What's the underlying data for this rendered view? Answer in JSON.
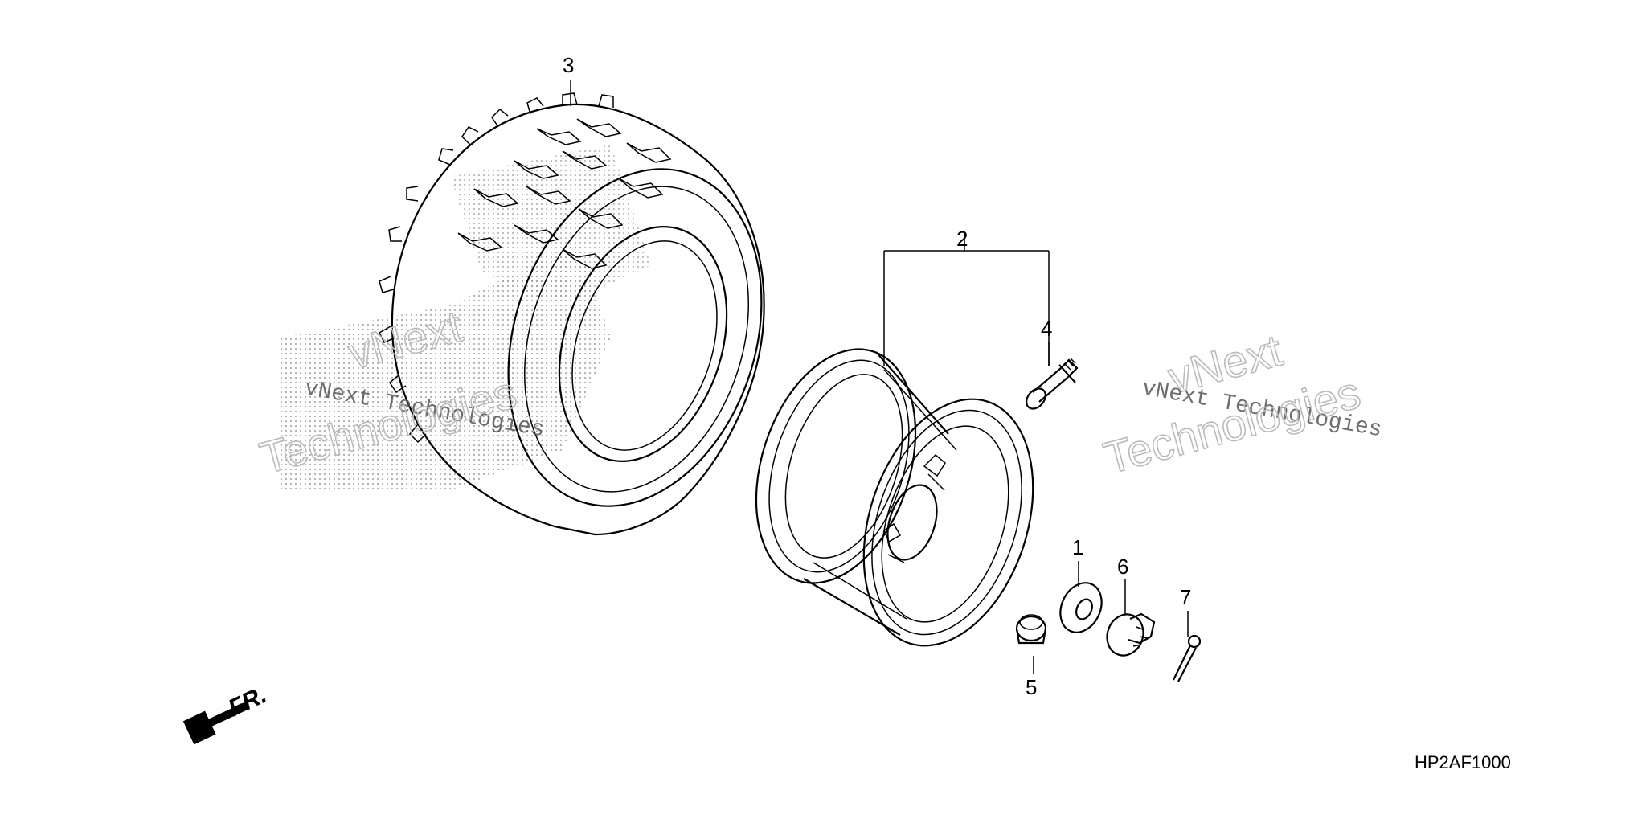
{
  "diagram": {
    "callouts": [
      {
        "id": "c1",
        "label": "1"
      },
      {
        "id": "c2",
        "label": "2"
      },
      {
        "id": "c3",
        "label": "3"
      },
      {
        "id": "c4",
        "label": "4"
      },
      {
        "id": "c5",
        "label": "5"
      },
      {
        "id": "c6",
        "label": "6"
      },
      {
        "id": "c7",
        "label": "7"
      }
    ],
    "front_indicator": "FR.",
    "diagram_code": "HP2AF1000",
    "watermarks": {
      "line_a": "vNext Technologies",
      "line_b_top": "vNext",
      "line_b_bottom": "Technologies"
    }
  }
}
